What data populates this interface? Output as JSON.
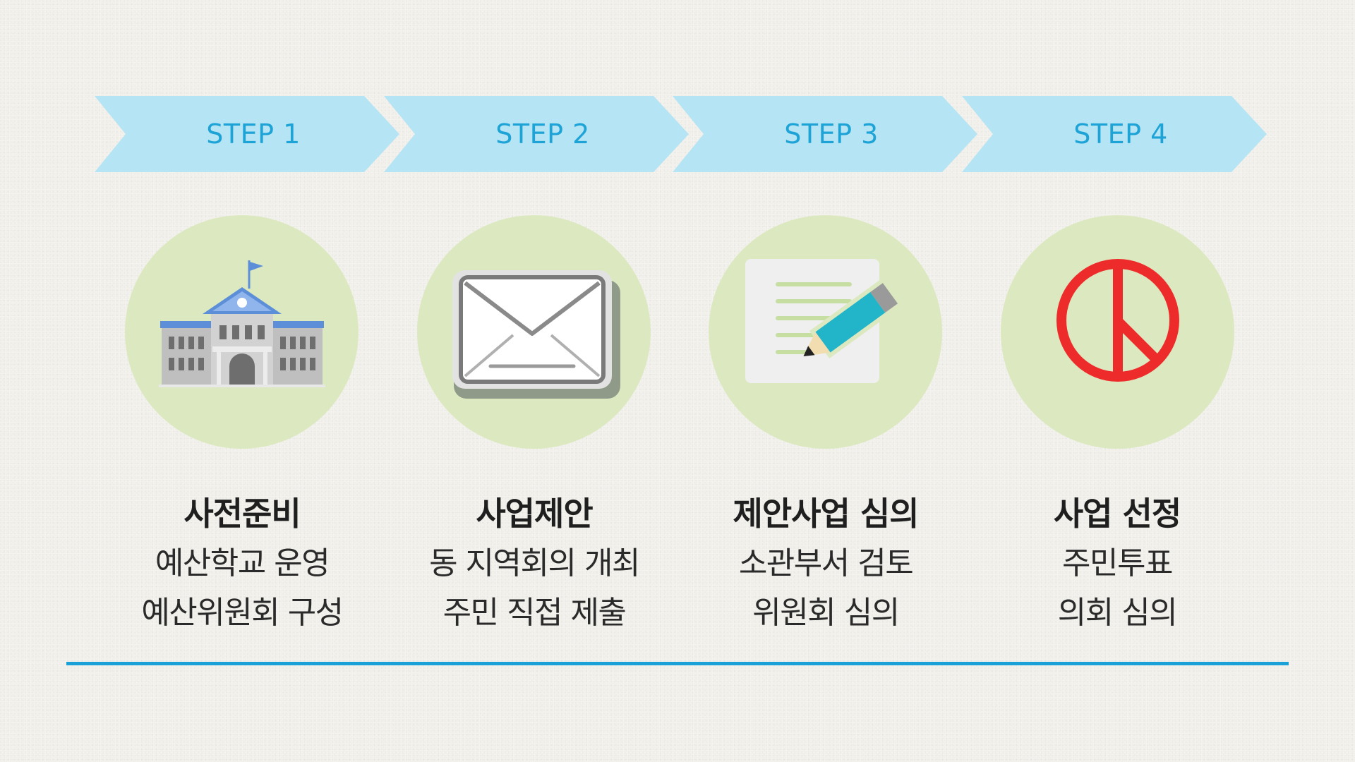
{
  "steps": [
    {
      "label": "STEP 1",
      "icon": "school-building-icon",
      "title": "사전준비",
      "lines": [
        "예산학교 운영",
        "예산위원회 구성"
      ]
    },
    {
      "label": "STEP 2",
      "icon": "envelope-icon",
      "title": "사업제안",
      "lines": [
        "동 지역회의 개최",
        "주민 직접 제출"
      ]
    },
    {
      "label": "STEP 3",
      "icon": "document-pen-icon",
      "title": "제안사업 심의",
      "lines": [
        "소관부서 검토",
        "위원회 심의"
      ]
    },
    {
      "label": "STEP 4",
      "icon": "vote-stamp-icon",
      "title": "사업 선정",
      "lines": [
        "주민투표",
        "의회 심의"
      ]
    }
  ],
  "colors": {
    "background": "#efeee8",
    "chevron": "#b5e4f4",
    "chevron_text": "#1ea3d6",
    "circle": "#dce9c0",
    "baseline": "#1aa2d8",
    "vote_red": "#ee2b2b"
  }
}
